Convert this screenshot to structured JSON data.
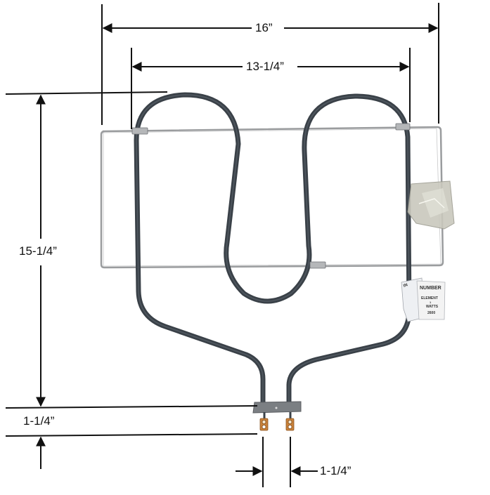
{
  "diagram": {
    "subject": "Oven bake heating element with wire support frame",
    "dimensions": {
      "overall_width": {
        "label": "16”"
      },
      "element_width": {
        "label": "13-1/4”"
      },
      "overall_height": {
        "label": "15-1/4”"
      },
      "terminal_length": {
        "label": "1-1/4”"
      },
      "terminal_spacing": {
        "label": "1-1/4”"
      }
    },
    "tag": {
      "line1": "NUMBER",
      "line2": "ELEMENT",
      "line3": "1",
      "line4": "WATTS",
      "line5": "2600",
      "corner": "IN"
    },
    "colors": {
      "dimension_line": "#111111",
      "element_tube": "#3a4148",
      "frame_wire": "#9a9c9e",
      "terminal": "#c8813a",
      "bracket": "#7b7f83",
      "bag": "#c9c8bd"
    }
  }
}
